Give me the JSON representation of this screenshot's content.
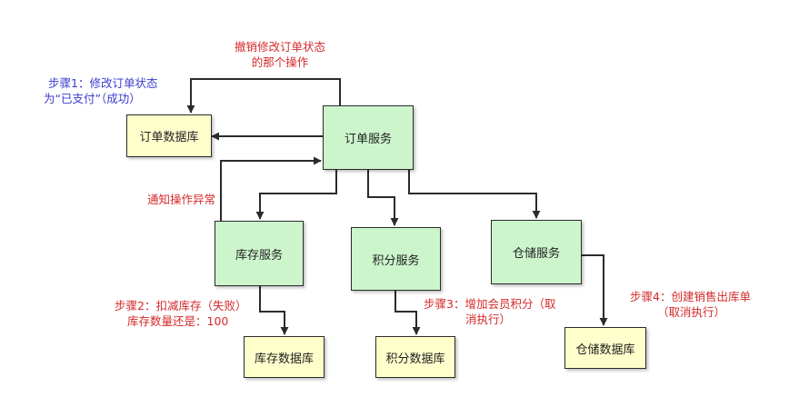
{
  "boxes": {
    "order_service": "订单服务",
    "order_db": "订单数据库",
    "inventory_service": "库存服务",
    "points_service": "积分服务",
    "warehouse_service": "仓储服务",
    "inventory_db": "库存数据库",
    "points_db": "积分数据库",
    "warehouse_db": "仓储数据库"
  },
  "notes": {
    "revert_line1": "撤销修改订单状态",
    "revert_line2": "的那个操作",
    "step1_line1": "步骤1：修改订单状态",
    "step1_line2": "为“已支付”（成功）",
    "notify": "通知操作异常",
    "step2_line1": "步骤2：扣减库存（失败）",
    "step2_line2": "库存数量还是：100",
    "step3_line1": "步骤3：增加会员积分（取",
    "step3_line2": "消执行）",
    "step4_line1": "步骤4：创建销售出库单",
    "step4_line2": "（取消执行）"
  },
  "colors": {
    "service_fill": "#ccf5cc",
    "db_fill": "#ffffcc",
    "note_red": "#d42a2a",
    "note_blue": "#3b3bd0"
  }
}
